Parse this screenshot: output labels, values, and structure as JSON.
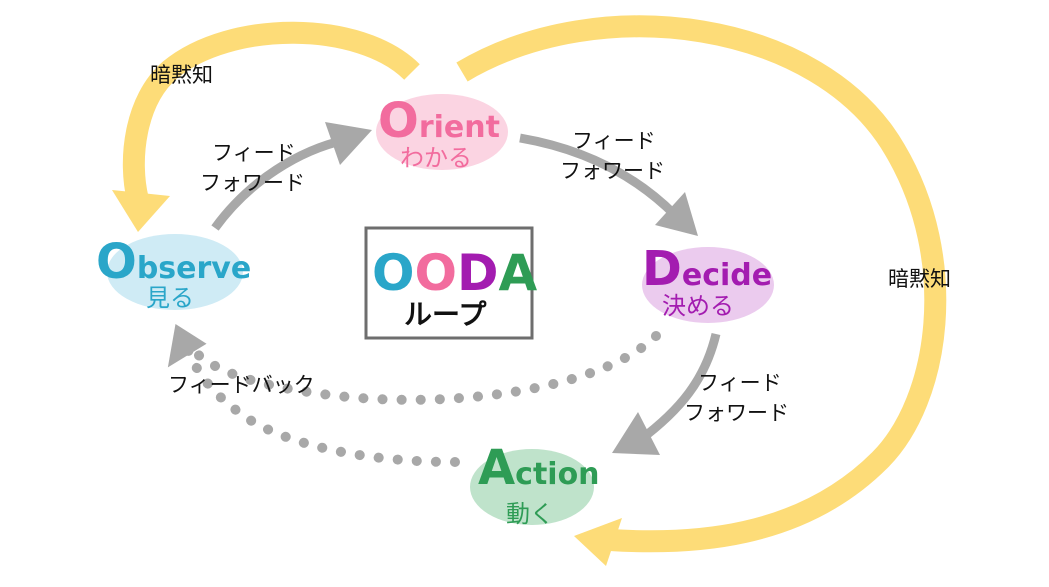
{
  "colors": {
    "observe": "#2aa6c9",
    "observe_bg": "#cfebf5",
    "orient": "#f26c9e",
    "orient_bg": "#fbd4e2",
    "decide": "#a31cb0",
    "decide_bg": "#ebcbee",
    "action": "#2e9c55",
    "action_bg": "#bfe3cb",
    "tacit": "#fddc78",
    "flow": "#a8a8a8",
    "box_border": "#6e6e6e"
  },
  "center": {
    "title_letters": [
      "O",
      "O",
      "D",
      "A"
    ],
    "subtitle": "ループ"
  },
  "nodes": {
    "observe": {
      "initial": "O",
      "rest": "bserve",
      "ja": "見る"
    },
    "orient": {
      "initial": "O",
      "rest": "rient",
      "ja": "わかる"
    },
    "decide": {
      "initial": "D",
      "rest": "ecide",
      "ja": "決める"
    },
    "action": {
      "initial": "A",
      "rest": "ction",
      "ja": "動く"
    }
  },
  "labels": {
    "tacit_left": "暗黙知",
    "tacit_right": "暗黙知",
    "ff1": [
      "フィード",
      "フォワード"
    ],
    "ff2": [
      "フィード",
      "フォワード"
    ],
    "ff3": [
      "フィード",
      "フォワード"
    ],
    "feedback": "フィードバック"
  }
}
